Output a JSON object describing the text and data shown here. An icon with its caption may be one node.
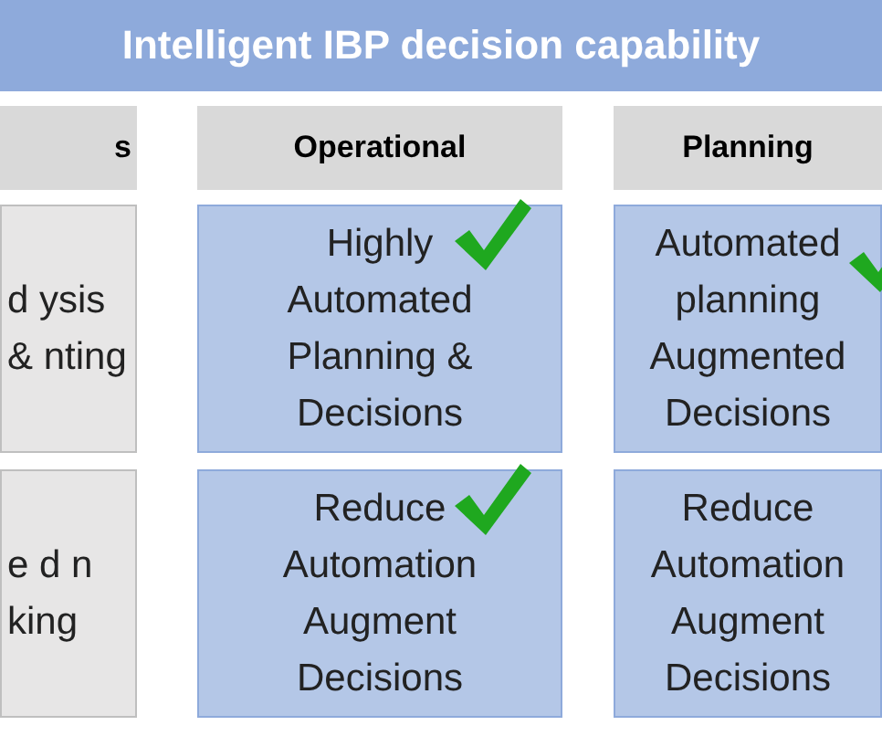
{
  "diagram": {
    "title": "Intelligent IBP decision capability",
    "nodes": [
      {
        "text": [
          "s"
        ]
      },
      {
        "text": [
          "Operational"
        ]
      },
      {
        "text": [
          "Planning"
        ]
      },
      {
        "text": [
          "d ysis & nting"
        ]
      },
      {
        "text": [
          "Highly Automated Planning & Decisions"
        ]
      },
      {
        "text": [
          "Automated planning Augmented Decisions"
        ]
      },
      {
        "text": [
          "e d n king"
        ]
      },
      {
        "text": [
          "Reduce Automation Augment Decisions"
        ]
      },
      {
        "text": [
          "Reduce Automation Augment Decisions"
        ]
      }
    ]
  }
}
